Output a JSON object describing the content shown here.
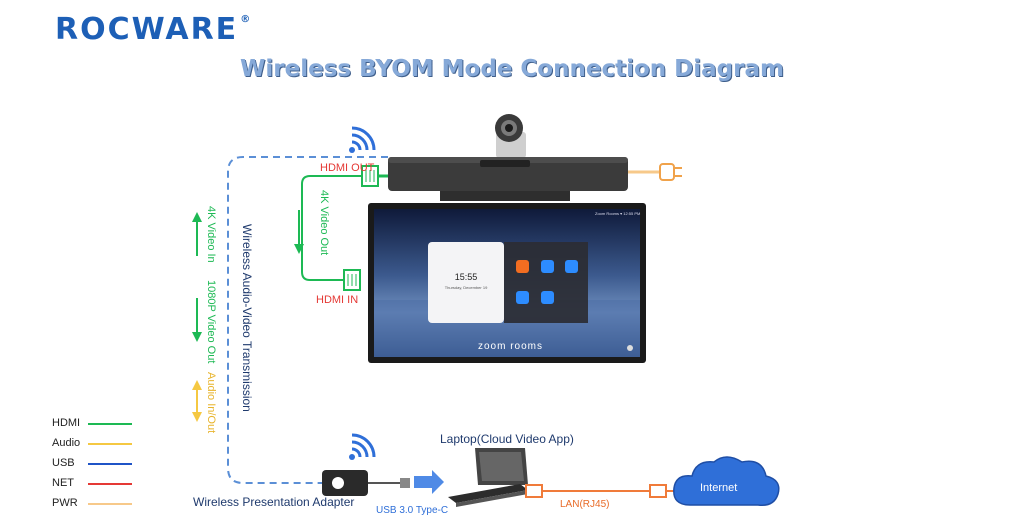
{
  "brand": {
    "name": "ROCWARE",
    "mark": "®"
  },
  "title": "Wireless BYOM Mode Connection Diagram",
  "labels": {
    "hdmi_out": "HDMI OUT",
    "hdmi_in": "HDMI IN",
    "video_out_4k": "4K Video Out",
    "video_in_4k": "4K Video In",
    "video_out_1080p": "1080P Video Out",
    "audio_in_out": "Audio In/Out",
    "wireless_av": "Wireless Audio-Video Transmission",
    "laptop": "Laptop(Cloud Video App)",
    "adapter": "Wireless Presentation Adapter",
    "usb_type_c": "USB 3.0 Type-C",
    "lan": "LAN(RJ45)",
    "internet": "Internet"
  },
  "screen": {
    "clock": "15:55",
    "date": "Thursday, December 19",
    "brand": "zoom rooms",
    "status": "Zoom Rooms ▾ 12:55 PM"
  },
  "legend": [
    {
      "name": "HDMI",
      "color": "#1db954"
    },
    {
      "name": "Audio",
      "color": "#f5c842"
    },
    {
      "name": "USB",
      "color": "#1f54c7"
    },
    {
      "name": "NET",
      "color": "#e53935"
    },
    {
      "name": "PWR",
      "color": "#f7c98a"
    }
  ],
  "colors": {
    "wireless": "#5b8fd6",
    "hdmi": "#1db954",
    "audio": "#f5c842",
    "lan": "#f07b3a",
    "cloud": "#2f6fd8"
  }
}
